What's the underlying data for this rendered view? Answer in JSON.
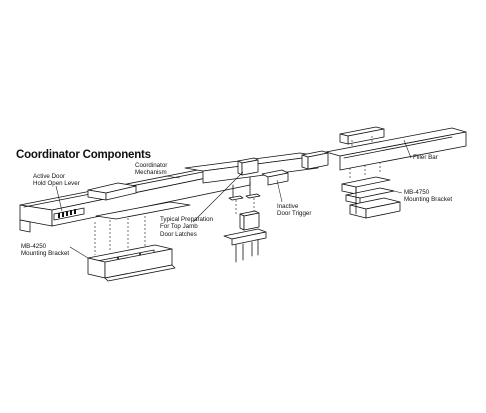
{
  "title": "Coordinator Components",
  "labels": {
    "active_door": [
      "Active Door",
      "Hold Open Lever"
    ],
    "coordinator": [
      "Coordinator",
      "Mechanism"
    ],
    "typical_prep": [
      "Typical Preparation",
      "For Top Jamb",
      "Door Latches"
    ],
    "inactive_door": [
      "Inactive",
      "Door Trigger"
    ],
    "filler_bar": [
      "Filler Bar"
    ],
    "mb4750": [
      "MB-4750",
      "Mounting Bracket"
    ],
    "mb4250": [
      "MB-4250",
      "Mounting Bracket"
    ]
  }
}
